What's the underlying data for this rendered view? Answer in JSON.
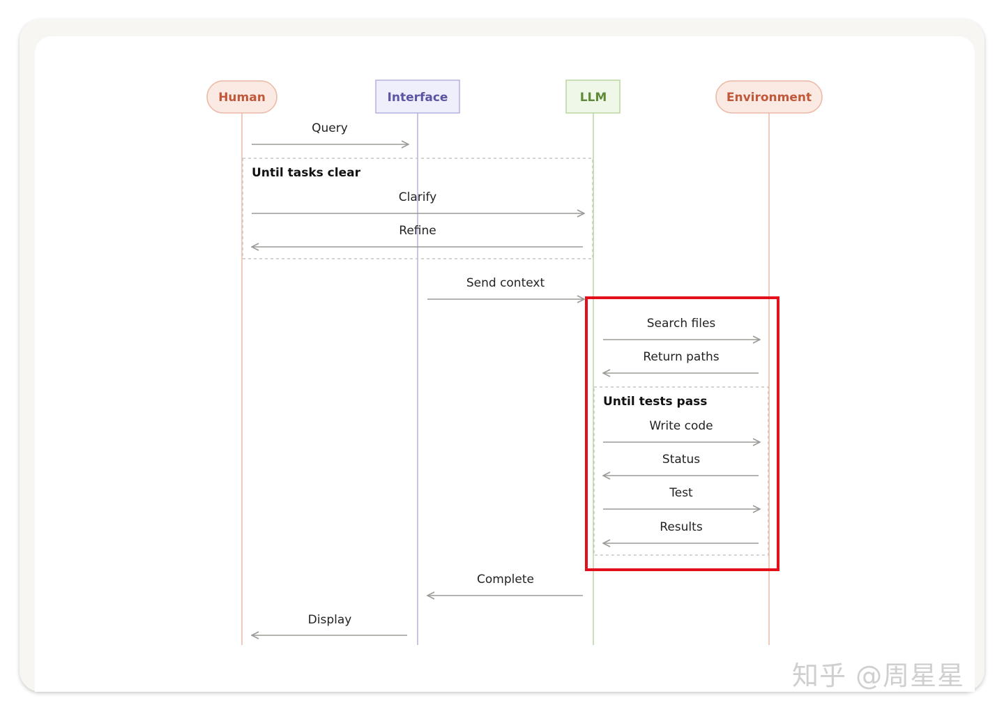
{
  "actors": {
    "human": "Human",
    "interface": "Interface",
    "llm": "LLM",
    "environment": "Environment"
  },
  "loops": {
    "tasks": "Until tasks clear",
    "tests": "Until tests pass"
  },
  "messages": {
    "query": "Query",
    "clarify": "Clarify",
    "refine": "Refine",
    "send_context": "Send context",
    "search_files": "Search files",
    "return_paths": "Return paths",
    "write_code": "Write code",
    "status": "Status",
    "test": "Test",
    "results": "Results",
    "complete": "Complete",
    "display": "Display"
  },
  "watermark": "知乎 @周星星",
  "colors": {
    "human": "#c2583a",
    "interface": "#5b55a4",
    "llm": "#5f8a3a",
    "environment": "#c2583a",
    "arrow": "#9a9a96",
    "highlight": "#e3101b"
  }
}
